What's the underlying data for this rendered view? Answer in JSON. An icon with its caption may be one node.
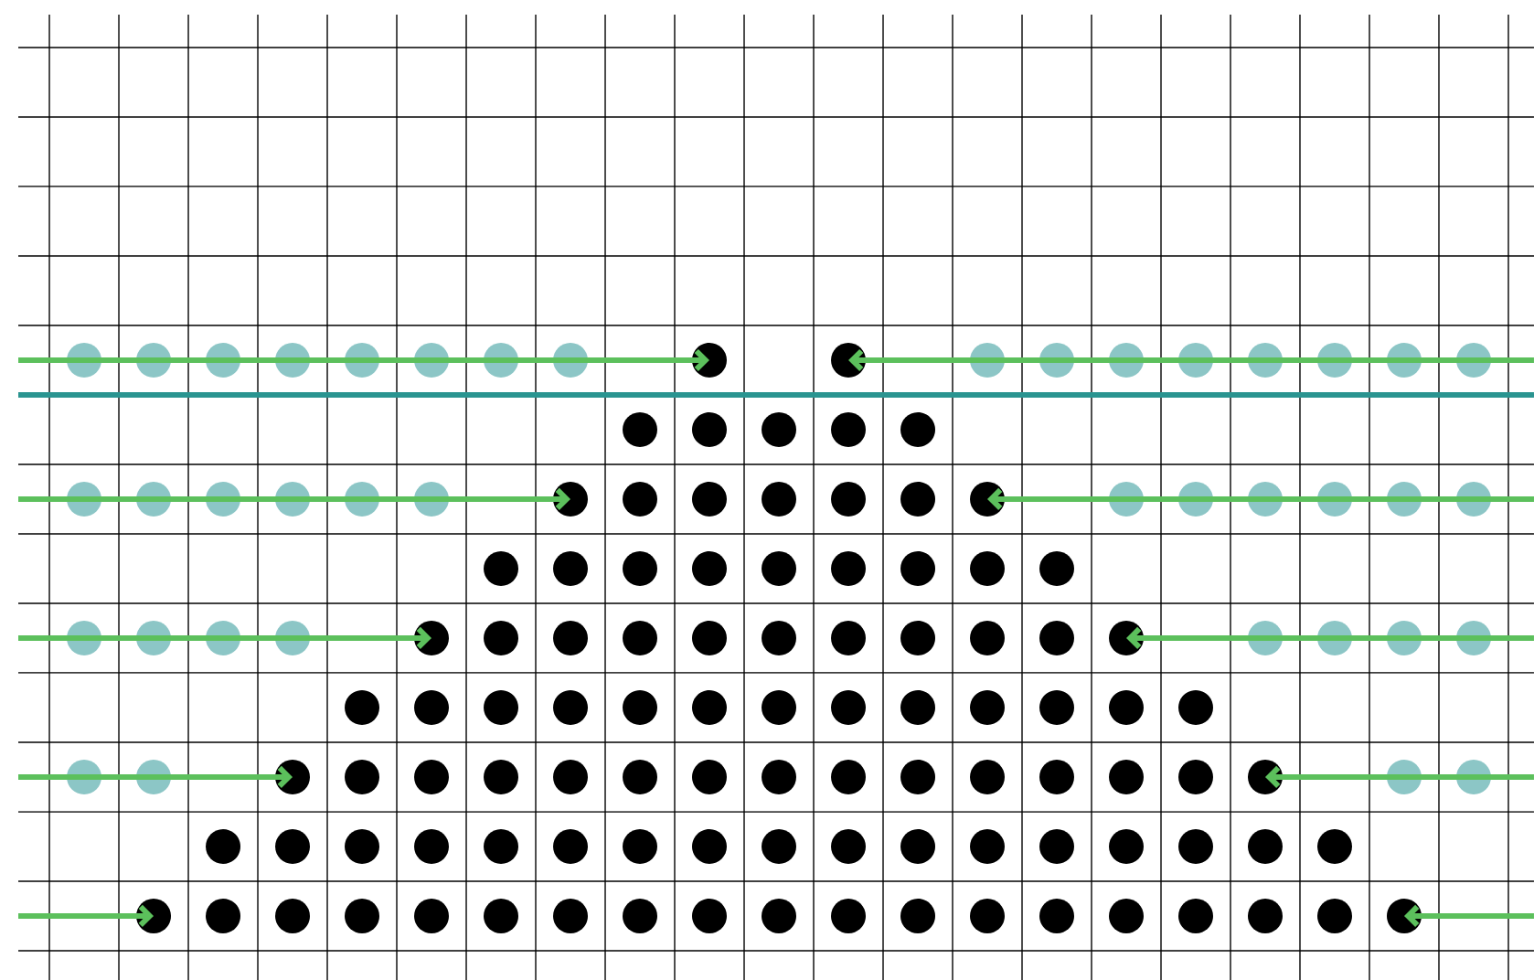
{
  "diagram": {
    "nodes": [
      {
        "text": [],
        "shape": "circle"
      },
      {
        "text": [],
        "shape": "circle"
      },
      {
        "text": [],
        "shape": "circle"
      },
      {
        "text": [],
        "shape": "circle"
      },
      {
        "text": [],
        "shape": "circle"
      },
      {
        "text": [],
        "shape": "circle"
      },
      {
        "text": [],
        "shape": "circle"
      },
      {
        "text": [],
        "shape": "circle"
      },
      {
        "text": [],
        "shape": "circle"
      },
      {
        "text": [],
        "shape": "circle"
      },
      {
        "text": [],
        "shape": "circle"
      },
      {
        "text": [],
        "shape": "circle"
      },
      {
        "text": [],
        "shape": "circle"
      },
      {
        "text": [],
        "shape": "circle"
      },
      {
        "text": [],
        "shape": "circle"
      },
      {
        "text": [],
        "shape": "circle"
      },
      {
        "text": [],
        "shape": "circle"
      },
      {
        "text": [],
        "shape": "circle"
      },
      {
        "text": [],
        "shape": "circle"
      },
      {
        "text": [],
        "shape": "circle"
      },
      {
        "text": [],
        "shape": "circle"
      },
      {
        "text": [],
        "shape": "circle"
      },
      {
        "text": [],
        "shape": "circle"
      },
      {
        "text": [],
        "shape": "circle"
      },
      {
        "text": [],
        "shape": "circle"
      },
      {
        "text": [],
        "shape": "circle"
      },
      {
        "text": [],
        "shape": "circle"
      },
      {
        "text": [],
        "shape": "circle"
      },
      {
        "text": [],
        "shape": "circle"
      },
      {
        "text": [],
        "shape": "circle"
      },
      {
        "text": [],
        "shape": "circle"
      },
      {
        "text": [],
        "shape": "circle"
      },
      {
        "text": [],
        "shape": "circle"
      },
      {
        "text": [],
        "shape": "circle"
      },
      {
        "text": [],
        "shape": "circle"
      },
      {
        "text": [],
        "shape": "circle"
      },
      {
        "text": [],
        "shape": "circle"
      },
      {
        "text": [],
        "shape": "circle"
      },
      {
        "text": [],
        "shape": "circle"
      },
      {
        "text": [],
        "shape": "circle"
      },
      {
        "text": [],
        "shape": "circle"
      },
      {
        "text": [],
        "shape": "circle"
      },
      {
        "text": [],
        "shape": "circle"
      },
      {
        "text": [],
        "shape": "circle"
      },
      {
        "text": [],
        "shape": "circle"
      },
      {
        "text": [],
        "shape": "circle"
      },
      {
        "text": [],
        "shape": "circle"
      },
      {
        "text": [],
        "shape": "circle"
      },
      {
        "text": [],
        "shape": "circle"
      },
      {
        "text": [],
        "shape": "circle"
      },
      {
        "text": [],
        "shape": "circle"
      },
      {
        "text": [],
        "shape": "circle"
      },
      {
        "text": [],
        "shape": "circle"
      },
      {
        "text": [],
        "shape": "circle"
      },
      {
        "text": [],
        "shape": "circle"
      },
      {
        "text": [],
        "shape": "circle"
      },
      {
        "text": [],
        "shape": "circle"
      },
      {
        "text": [],
        "shape": "circle"
      },
      {
        "text": [],
        "shape": "circle"
      },
      {
        "text": [],
        "shape": "circle"
      },
      {
        "text": [],
        "shape": "circle"
      },
      {
        "text": [],
        "shape": "circle"
      },
      {
        "text": [],
        "shape": "circle"
      },
      {
        "text": [],
        "shape": "circle"
      },
      {
        "text": [],
        "shape": "circle"
      },
      {
        "text": [],
        "shape": "circle"
      },
      {
        "text": [],
        "shape": "circle"
      },
      {
        "text": [],
        "shape": "circle"
      },
      {
        "text": [],
        "shape": "circle"
      },
      {
        "text": [],
        "shape": "circle"
      },
      {
        "text": [],
        "shape": "circle"
      },
      {
        "text": [],
        "shape": "circle"
      },
      {
        "text": [],
        "shape": "circle"
      },
      {
        "text": [],
        "shape": "circle"
      },
      {
        "text": [],
        "shape": "circle"
      },
      {
        "text": [],
        "shape": "circle"
      },
      {
        "text": [],
        "shape": "circle"
      },
      {
        "text": [],
        "shape": "circle"
      },
      {
        "text": [],
        "shape": "circle"
      },
      {
        "text": [],
        "shape": "circle"
      },
      {
        "text": [],
        "shape": "circle"
      },
      {
        "text": [],
        "shape": "circle"
      },
      {
        "text": [],
        "shape": "circle"
      },
      {
        "text": [],
        "shape": "circle"
      },
      {
        "text": [],
        "shape": "circle"
      },
      {
        "text": [],
        "shape": "circle"
      },
      {
        "text": [],
        "shape": "circle"
      },
      {
        "text": [],
        "shape": "circle"
      },
      {
        "text": [],
        "shape": "circle"
      },
      {
        "text": [],
        "shape": "circle"
      },
      {
        "text": [],
        "shape": "circle"
      },
      {
        "text": [],
        "shape": "circle"
      },
      {
        "text": [],
        "shape": "circle"
      },
      {
        "text": [],
        "shape": "circle"
      },
      {
        "text": [],
        "shape": "circle"
      },
      {
        "text": [],
        "shape": "circle"
      },
      {
        "text": [],
        "shape": "circle"
      },
      {
        "text": [],
        "shape": "circle"
      },
      {
        "text": [],
        "shape": "circle"
      },
      {
        "text": [],
        "shape": "circle"
      },
      {
        "text": [],
        "shape": "circle"
      },
      {
        "text": [],
        "shape": "circle"
      },
      {
        "text": [],
        "shape": "circle"
      },
      {
        "text": [],
        "shape": "circle"
      },
      {
        "text": [],
        "shape": "circle"
      },
      {
        "text": [],
        "shape": "circle"
      },
      {
        "text": [],
        "shape": "circle"
      },
      {
        "text": [],
        "shape": "circle"
      },
      {
        "text": [],
        "shape": "circle"
      },
      {
        "text": [],
        "shape": "circle"
      },
      {
        "text": [],
        "shape": "circle"
      },
      {
        "text": [],
        "shape": "circle"
      },
      {
        "text": [],
        "shape": "circle"
      },
      {
        "text": [],
        "shape": "circle"
      },
      {
        "text": [],
        "shape": "circle"
      },
      {
        "text": [],
        "shape": "circle"
      },
      {
        "text": [],
        "shape": "circle"
      },
      {
        "text": [],
        "shape": "circle"
      },
      {
        "text": [],
        "shape": "circle"
      },
      {
        "text": [],
        "shape": "circle"
      },
      {
        "text": [],
        "shape": "circle"
      },
      {
        "text": [],
        "shape": "circle"
      },
      {
        "text": [],
        "shape": "circle"
      },
      {
        "text": [],
        "shape": "circle"
      },
      {
        "text": [],
        "shape": "circle"
      },
      {
        "text": [],
        "shape": "circle"
      },
      {
        "text": [],
        "shape": "circle"
      },
      {
        "text": [],
        "shape": "circle"
      },
      {
        "text": [],
        "shape": "circle"
      },
      {
        "text": [],
        "shape": "circle"
      },
      {
        "text": [],
        "shape": "circle"
      },
      {
        "text": [],
        "shape": "circle"
      },
      {
        "text": [],
        "shape": "circle"
      },
      {
        "text": [],
        "shape": "circle"
      },
      {
        "text": [],
        "shape": "circle"
      },
      {
        "text": [],
        "shape": "circle"
      },
      {
        "text": [],
        "shape": "circle"
      },
      {
        "text": [],
        "shape": "circle"
      }
    ],
    "edges": [
      {
        "from": null,
        "to": 8,
        "arrow": "to"
      },
      {
        "from": null,
        "to": 9,
        "arrow": "to"
      },
      {
        "from": null,
        "to": 29,
        "arrow": "to"
      },
      {
        "from": null,
        "to": 35,
        "arrow": "to"
      },
      {
        "from": null,
        "to": 55,
        "arrow": "to"
      },
      {
        "from": null,
        "to": 65,
        "arrow": "to"
      },
      {
        "from": null,
        "to": 85,
        "arrow": "to"
      },
      {
        "from": null,
        "to": 99,
        "arrow": "to"
      },
      {
        "from": null,
        "to": 119,
        "arrow": "to"
      },
      {
        "from": null,
        "to": 137,
        "arrow": "to"
      }
    ]
  }
}
